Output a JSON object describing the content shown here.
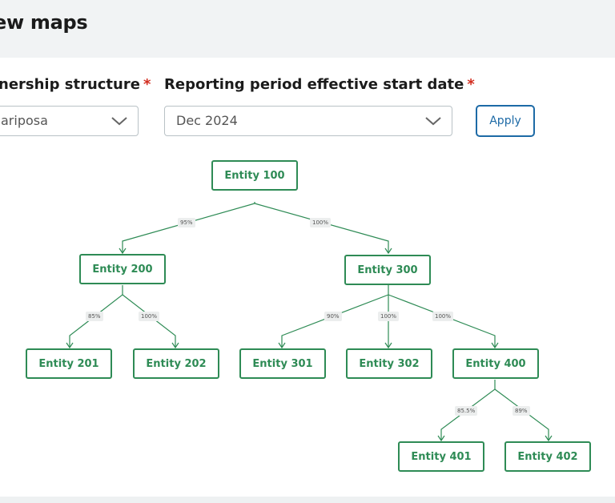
{
  "header": {
    "title": "ew maps"
  },
  "filters": {
    "ownership": {
      "label": "nership structure",
      "required_mark": "*",
      "value": "ariposa"
    },
    "period": {
      "label": "Reporting period effective start date",
      "required_mark": "*",
      "value": "Dec 2024"
    },
    "apply_label": "Apply"
  },
  "tree": {
    "nodes": {
      "e100": "Entity 100",
      "e200": "Entity 200",
      "e300": "Entity 300",
      "e201": "Entity 201",
      "e202": "Entity 202",
      "e301": "Entity 301",
      "e302": "Entity 302",
      "e400": "Entity 400",
      "e401": "Entity 401",
      "e402": "Entity 402"
    },
    "edges": {
      "e100_e200": "95%",
      "e100_e300": "100%",
      "e200_e201": "85%",
      "e200_e202": "100%",
      "e300_e301": "90%",
      "e300_e302": "100%",
      "e300_e400": "100%",
      "e400_e401": "85.5%",
      "e400_e402": "89%"
    }
  },
  "colors": {
    "node": "#2e8b55",
    "accent": "#1d6aa6",
    "required": "#d22c1e"
  }
}
